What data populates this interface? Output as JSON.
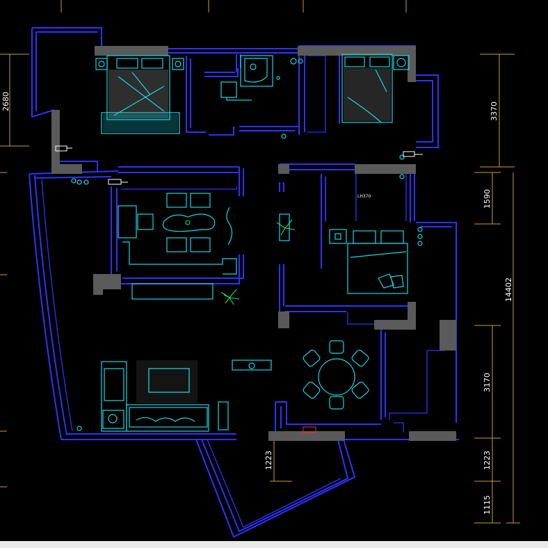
{
  "drawing": {
    "background": "#000000",
    "colors": {
      "wall": "#2f32ff",
      "furniture": "#18d8e6",
      "plant": "#18e070",
      "dimension": "#c8a030",
      "column": "#5a5a5a",
      "text": "#ffffff"
    },
    "dimensions": {
      "left_top": "2680",
      "right_top": "3370",
      "right_1": "1590",
      "right_total": "14402",
      "right_2": "3170",
      "right_3": "1223",
      "right_4": "1115",
      "balcony": "1223"
    },
    "labels": {
      "ceiling_height": "LH370"
    }
  }
}
